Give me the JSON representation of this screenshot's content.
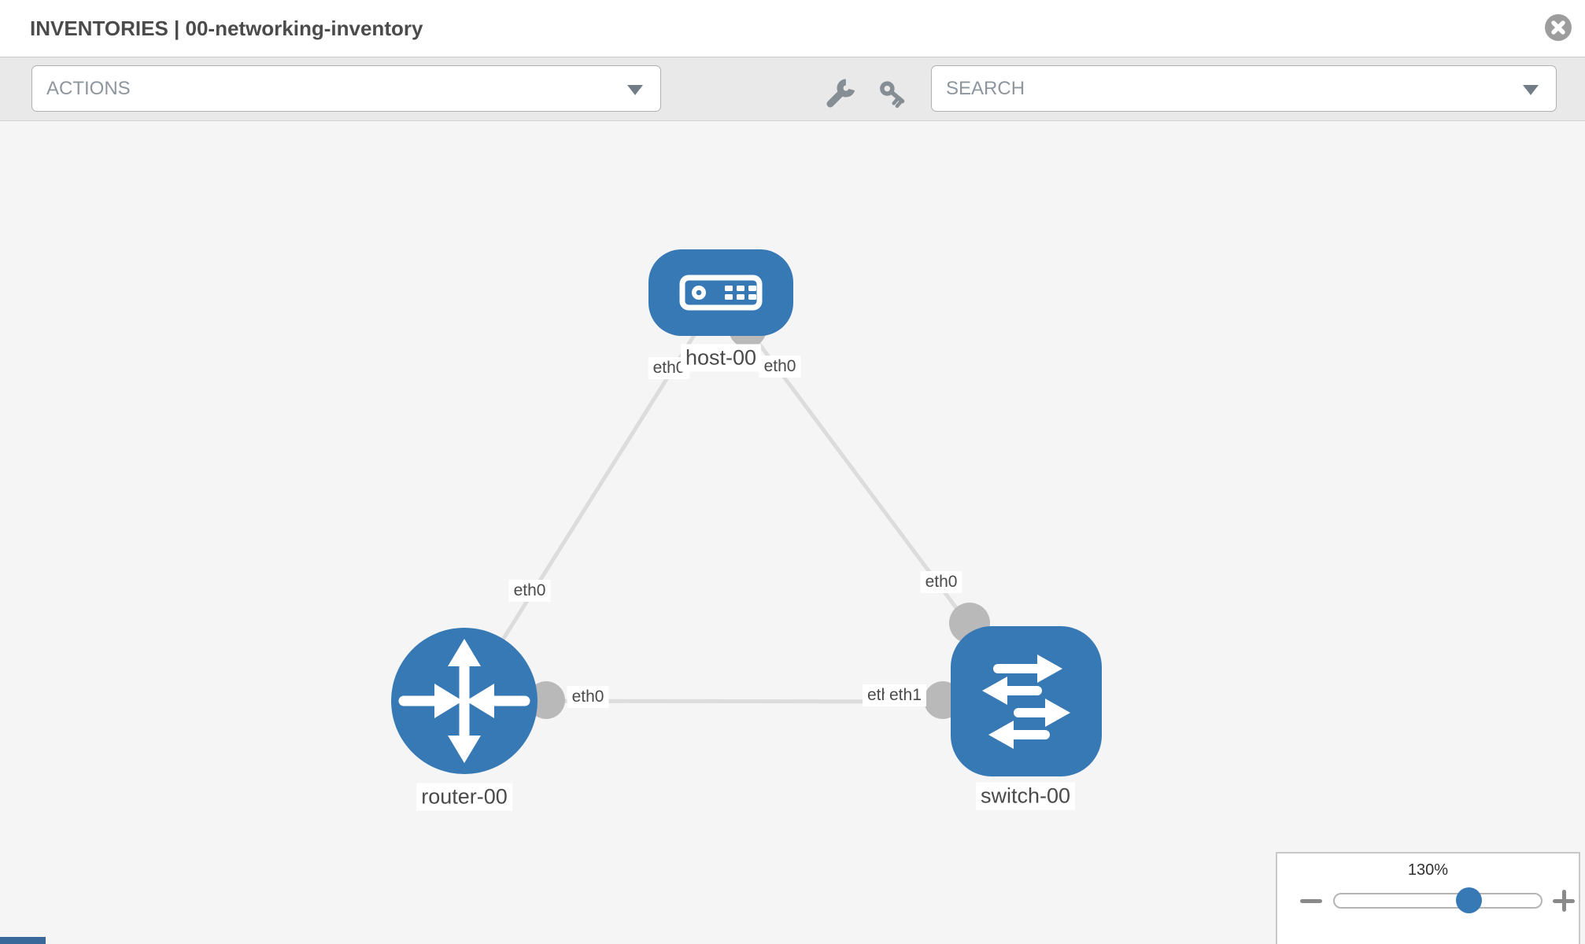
{
  "header": {
    "title": "INVENTORIES | 00-networking-inventory"
  },
  "toolbar": {
    "actions_dropdown": "ACTIONS",
    "search_dropdown": "SEARCH",
    "icons": {
      "wrench": "wrench-icon",
      "key": "key-icon",
      "close": "close-icon",
      "chevron": "chevron-down-icon"
    }
  },
  "topology": {
    "nodes": [
      {
        "label": "host-00",
        "type": "host"
      },
      {
        "label": "router-00",
        "type": "router"
      },
      {
        "label": "switch-00",
        "type": "switch"
      }
    ],
    "links": [
      {
        "from": "host-00",
        "from_iface": "eth0",
        "to": "router-00",
        "to_iface": "eth0"
      },
      {
        "from": "host-00",
        "from_iface": "eth0",
        "to": "switch-00",
        "to_iface": "eth0"
      },
      {
        "from": "router-00",
        "from_iface": "eth0",
        "to": "switch-00",
        "to_iface": "eth1"
      }
    ],
    "iface_labels": [
      {
        "text": "eth0"
      },
      {
        "text": "eth0"
      },
      {
        "text": "eth0"
      },
      {
        "text": "eth0"
      },
      {
        "text": "eth0"
      },
      {
        "text": "eth1"
      },
      {
        "text": "eth1"
      }
    ]
  },
  "zoom_control": {
    "value": "130%",
    "icons": {
      "minus": "minus-icon",
      "plus": "plus-icon"
    }
  },
  "colors": {
    "node_blue": "#3779b5",
    "link_gray": "#dcdcdc",
    "port_gray": "#b9b9b9",
    "knob_blue": "#3779b5",
    "toolbar_bg": "#e9e9e9",
    "canvas_bg": "#f5f5f5"
  }
}
